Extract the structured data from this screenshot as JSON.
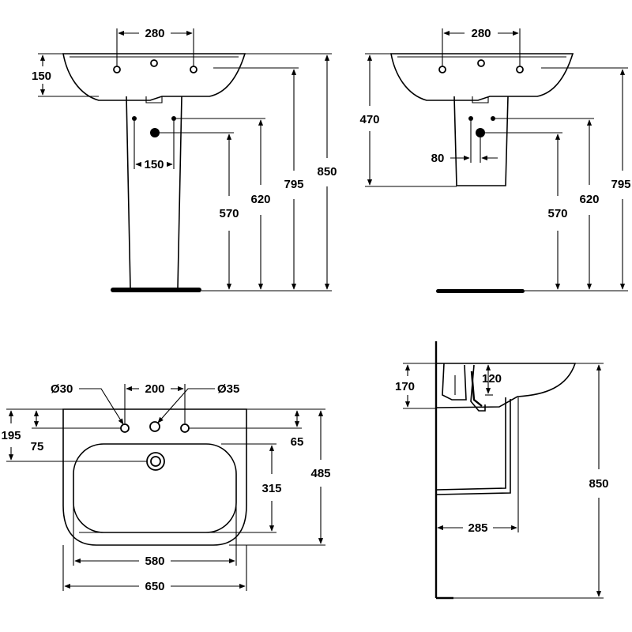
{
  "views": {
    "pedestal_front": {
      "dims": {
        "tap_spacing": "280",
        "basin_height": "150",
        "pipe_spacing": "150",
        "waste_height": "570",
        "supply_height": "620",
        "rim_top": "795",
        "overall_height": "850"
      }
    },
    "semi_pedestal_front": {
      "dims": {
        "tap_spacing": "280",
        "height_to_shroud": "470",
        "pipe_offset": "80",
        "waste_height": "570",
        "supply_height": "620",
        "rim_top": "795"
      }
    },
    "plan": {
      "dims": {
        "hole_small_dia": "Ø30",
        "hole_spacing": "200",
        "hole_large_dia": "Ø35",
        "edge_to_waste": "195",
        "edge_to_taps": "75",
        "tap_inset": "65",
        "bowl_depth": "315",
        "overall_depth": "485",
        "bowl_width": "580",
        "overall_width": "650"
      }
    },
    "side": {
      "dims": {
        "basin_depth": "170",
        "waste_depth": "120",
        "projection": "285",
        "overall_height": "850"
      }
    }
  }
}
